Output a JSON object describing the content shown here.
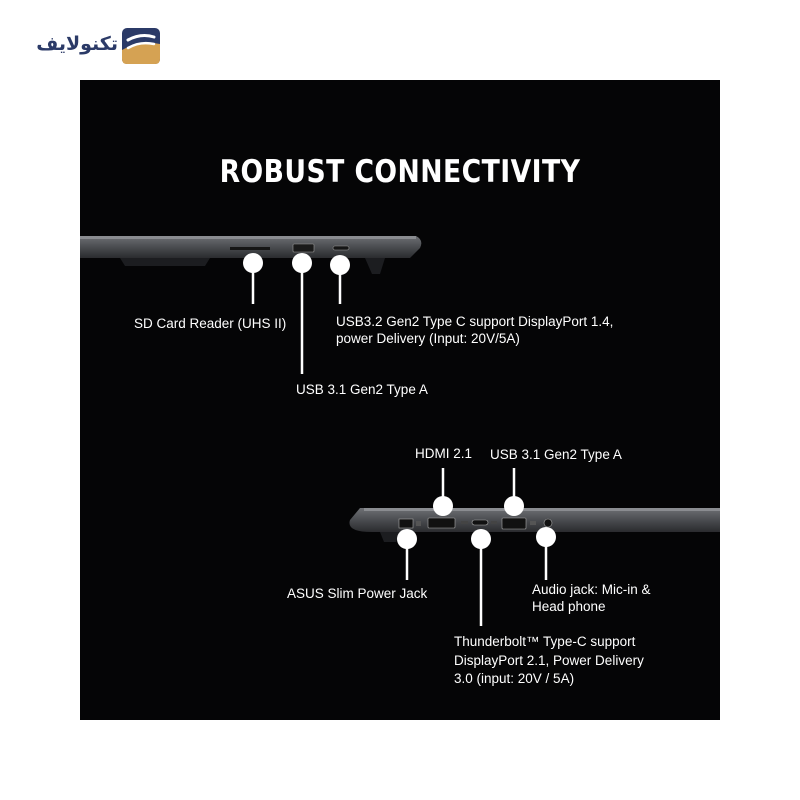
{
  "brand": {
    "logo_text": "تکنولایف",
    "logo_icon": "technolife-logo-mark",
    "colors": {
      "navy": "#2b3a67",
      "gold": "#d5a253"
    }
  },
  "hero": {
    "title": "ROBUST CONNECTIVITY",
    "background": "#050506"
  },
  "left_side_ports": [
    {
      "label": "SD Card Reader (UHS II)"
    },
    {
      "label": "USB 3.1 Gen2 Type A"
    },
    {
      "label_line1": "USB3.2 Gen2 Type C support DisplayPort 1.4,",
      "label_line2": "power Delivery (Input: 20V/5A)"
    }
  ],
  "right_side_ports": [
    {
      "label": "HDMI 2.1"
    },
    {
      "label": "USB 3.1 Gen2 Type A"
    },
    {
      "label": "ASUS Slim Power Jack"
    },
    {
      "label_line1": "Audio jack: Mic-in &",
      "label_line2": "Head phone"
    },
    {
      "label_line1": "Thunderbolt™ Type-C support",
      "label_line2": "DisplayPort 2.1, Power Delivery",
      "label_line3": "3.0 (input: 20V / 5A)"
    }
  ]
}
